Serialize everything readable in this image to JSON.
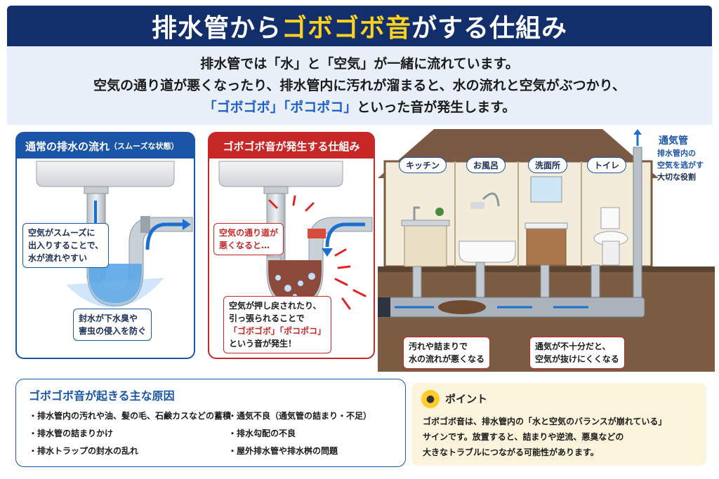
{
  "header": {
    "title_pre": "排水管から",
    "title_highlight": "ゴボゴボ音",
    "title_post": "がする仕組み"
  },
  "intro": {
    "line1": "排水管では「水」と「空気」が一緒に流れています。",
    "line2": "空気の通り道が悪くなったり、排水管内に汚れが溜まると、水の流れと空気がぶつかり、",
    "line3_q1": "「ゴボゴボ」",
    "line3_q2": "「ポコポコ」",
    "line3_post": "といった音が発生します。"
  },
  "normal_panel": {
    "title": "通常の排水の流れ",
    "title_note": "（スムーズな状態）",
    "callout_air": [
      "空気がスムーズに",
      "出入りすることで、",
      "水が流れやすい"
    ],
    "callout_seal": [
      "封水が下水臭や",
      "害虫の侵入を防ぐ"
    ]
  },
  "noise_panel": {
    "title": "ゴボゴボ音が発生する仕組み",
    "callout_air": [
      "空気の通り道が",
      "悪くなると…"
    ],
    "callout_push": [
      "空気が押し戻されたり、",
      "引っ張られることで",
      "「ゴボゴボ」「ポコポコ」",
      "という音が発生！"
    ]
  },
  "house": {
    "rooms": [
      "キッチン",
      "お風呂",
      "洗面所",
      "トイレ"
    ],
    "vent_title": "通気管",
    "vent_desc": [
      "排水管内の",
      "空気を逃がす",
      "大切な役割"
    ],
    "callout_dirt": [
      "汚れや詰まりで",
      "水の流れが悪くなる"
    ],
    "callout_air": [
      "通気が不十分だと、",
      "空気が抜けにくくなる"
    ]
  },
  "causes": {
    "title": "ゴボゴボ音が起きる主な原因",
    "col1": [
      "排水管内の汚れや油、髪の毛、石鹸カスなどの蓄積",
      "排水管の詰まりかけ",
      "排水トラップの封水の乱れ"
    ],
    "col2": [
      "通気不良（通気管の詰まり・不足）",
      "排水勾配の不良",
      "屋外排水管や排水桝の問題"
    ]
  },
  "point": {
    "title": "ポイント",
    "lines": [
      "ゴボゴボ音は、排水管内の「水と空気のバランスが崩れている」",
      "サインです。放置すると、詰まりや逆流、悪臭などの",
      "大きなトラブルにつながる可能性があります。"
    ]
  },
  "colors": {
    "navy": "#132f6b",
    "blue": "#1b55a8",
    "red": "#c62828",
    "yellow": "#ffd21f",
    "water": "#4a9be0"
  },
  "icons": [
    "bulb-icon",
    "arrow-icon",
    "pipe-icon"
  ]
}
